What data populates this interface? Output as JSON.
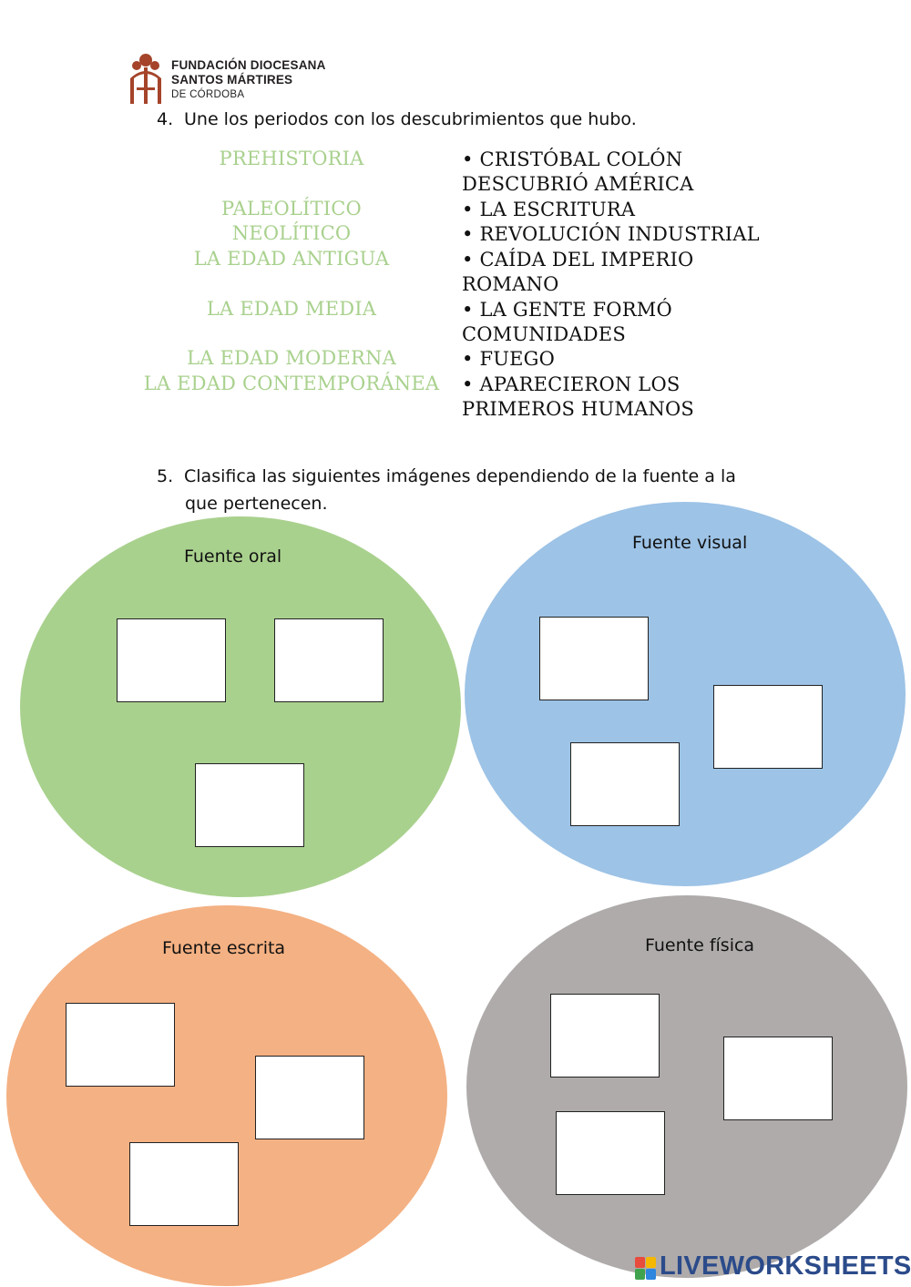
{
  "header": {
    "logo_icon": "tree-cross-logo-icon",
    "line1": "FUNDACIÓN DIOCESANA",
    "line2": "SANTOS MÁRTIRES",
    "line3": "DE CÓRDOBA"
  },
  "question4": {
    "number": "4.",
    "text": "Une los periodos con los descubrimientos que hubo.",
    "periods": [
      "PREHISTORIA",
      "PALEOLÍTICO",
      "NEOLÍTICO",
      "LA EDAD ANTIGUA",
      "LA EDAD MEDIA",
      "LA EDAD MODERNA",
      "LA EDAD CONTEMPORÁNEA"
    ],
    "discoveries": [
      "• CRISTÓBAL COLÓN DESCUBRIÓ AMÉRICA",
      "• LA ESCRITURA",
      "• REVOLUCIÓN INDUSTRIAL",
      "• CAÍDA DEL IMPERIO ROMANO",
      "• LA GENTE FORMÓ COMUNIDADES",
      "• FUEGO",
      "• APARECIERON LOS PRIMEROS HUMANOS"
    ]
  },
  "question5": {
    "number": "5.",
    "line1": "Clasifica las siguientes imágenes dependiendo de la fuente a la",
    "line2": "que pertenecen."
  },
  "categories": [
    {
      "name": "Fuente oral",
      "color": "#a9d18e"
    },
    {
      "name": "Fuente visual",
      "color": "#9dc3e6"
    },
    {
      "name": "Fuente escrita",
      "color": "#f4b183"
    },
    {
      "name": "Fuente física",
      "color": "#afabab"
    }
  ],
  "footer": {
    "brand": "LIVEWORKSHEETS",
    "icon": "liveworksheets-logo-icon"
  }
}
